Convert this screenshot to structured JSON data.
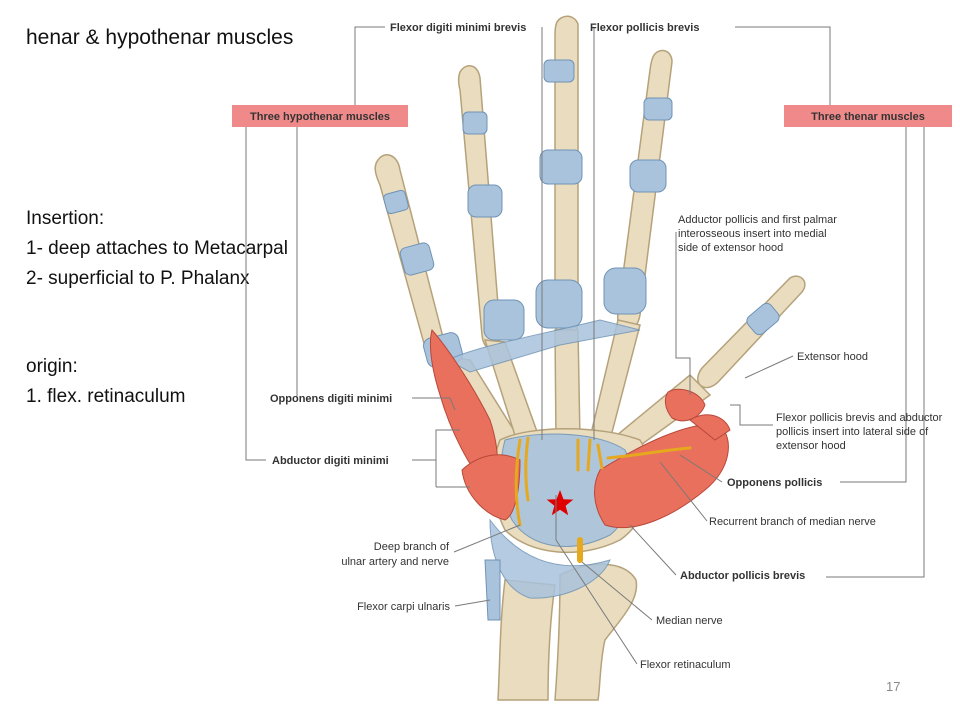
{
  "slide": {
    "title": "henar & hypothenar muscles",
    "insertion": {
      "heading": "Insertion:",
      "lines": [
        "1- deep attaches to Metacarpal",
        "2- superficial to P. Phalanx"
      ]
    },
    "origin": {
      "heading": "origin:",
      "lines": [
        "1. flex. retinaculum"
      ]
    },
    "page_number": "17"
  },
  "diagram": {
    "group_labels": {
      "hypothenar": "Three hypothenar muscles",
      "thenar": "Three thenar muscles"
    },
    "labels": {
      "flexor_digiti_minimi_brevis": "Flexor digiti minimi brevis",
      "flexor_pollicis_brevis": "Flexor pollicis brevis",
      "adductor_pollicis_note": [
        "Adductor pollicis and first palmar",
        "interosseous insert into medial",
        "side of extensor hood"
      ],
      "extensor_hood": "Extensor hood",
      "fpb_abductor_note": [
        "Flexor pollicis brevis and abductor",
        "pollicis insert into lateral side of",
        "extensor hood"
      ],
      "opponens_digiti_minimi": "Opponens digiti minimi",
      "abductor_digiti_minimi": "Abductor digiti minimi",
      "opponens_pollicis": "Opponens pollicis",
      "recurrent_branch": "Recurrent branch  of median nerve",
      "deep_branch_ulnar": [
        "Deep branch of",
        "ulnar artery and nerve"
      ],
      "abductor_pollicis_brevis": "Abductor pollicis brevis",
      "flexor_carpi_ulnaris": "Flexor carpi ulnaris",
      "median_nerve": "Median nerve",
      "flexor_retinaculum": "Flexor retinaculum"
    },
    "colors": {
      "label_box": "#f08a8a",
      "leader": "#7a7a7a",
      "bone": "#e9dcbf",
      "bone_edge": "#b6a27a",
      "ligament": "#a9c3dc",
      "muscle": "#e8705c",
      "nerve": "#e6a81e",
      "star": "#e00000"
    },
    "icons": [
      "star-icon"
    ]
  }
}
